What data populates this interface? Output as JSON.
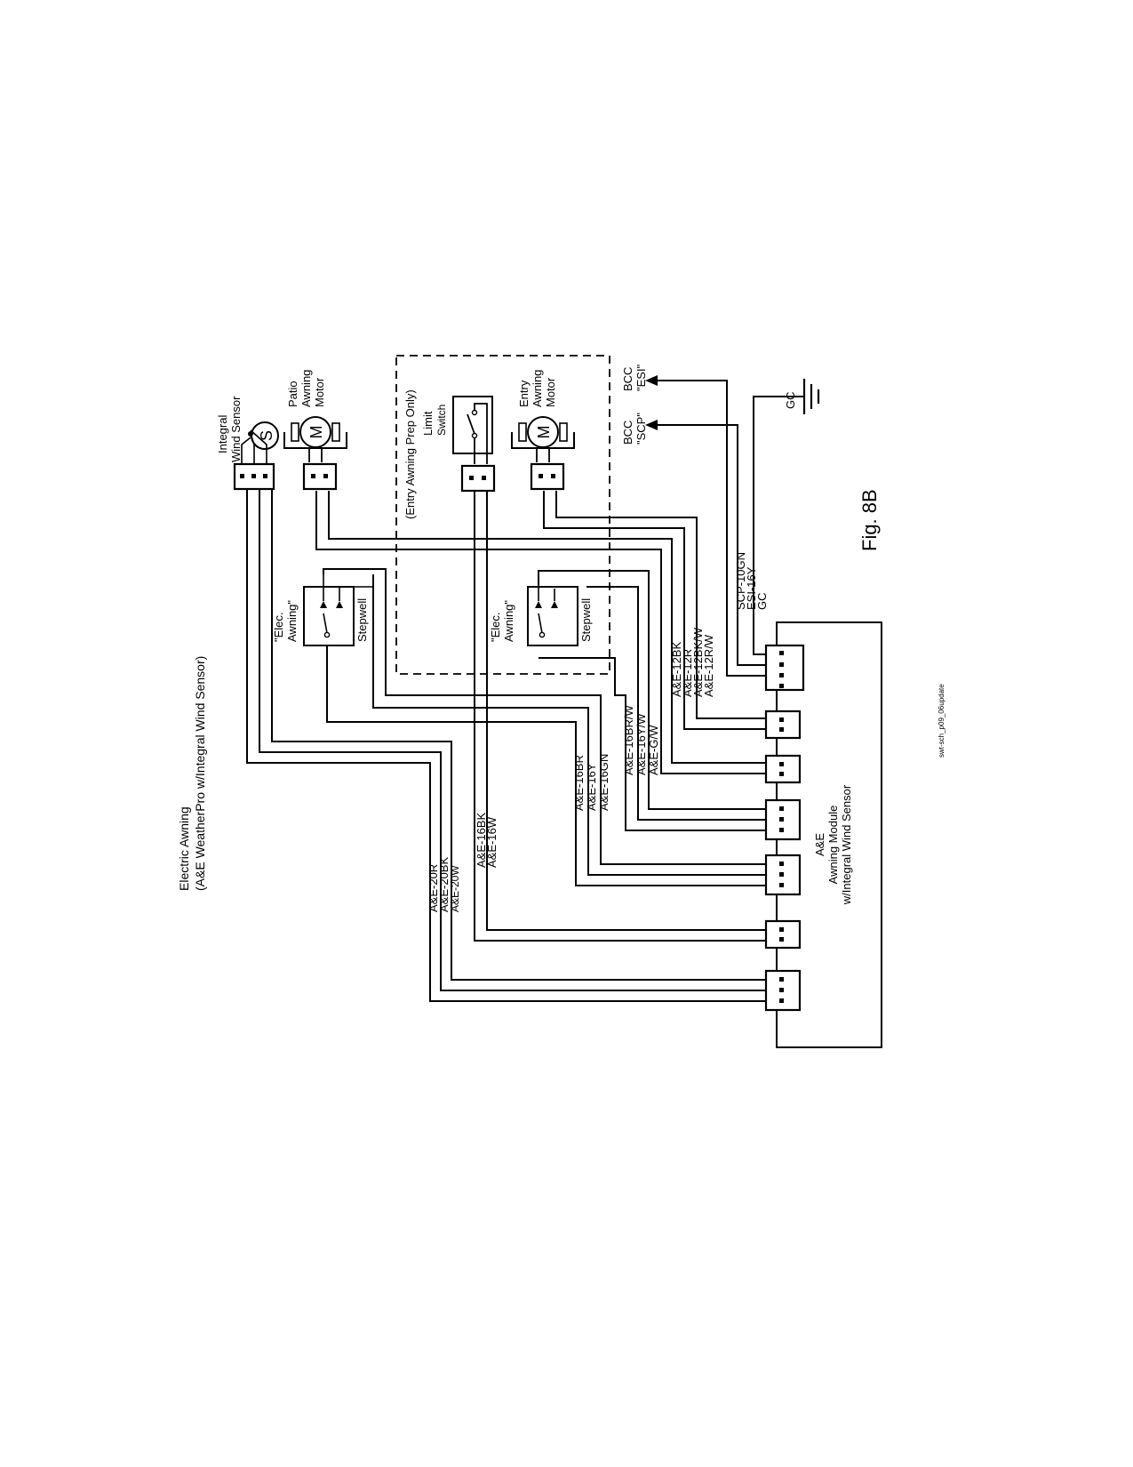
{
  "title": {
    "line1": "Electric Awning",
    "line2": "(A&E WeatherPro w/Integral Wind Sensor)"
  },
  "components": {
    "wind_sensor": {
      "label_line1": "Integral",
      "label_line2": "Wind Sensor",
      "symbol": "S"
    },
    "patio_motor": {
      "label_line1": "Patio",
      "label_line2": "Awning",
      "label_line3": "Motor",
      "symbol": "M"
    },
    "entry_motor": {
      "label_line1": "Entry",
      "label_line2": "Awning",
      "label_line3": "Motor",
      "symbol": "M"
    },
    "limit_switch": {
      "label_line1": "Limit",
      "label_line2": "Switch"
    },
    "entry_prep_note": "(Entry Awning Prep Only)",
    "switch_patio": {
      "label_line1": "\"Elec.",
      "label_line2": "Awning\"",
      "label_line3": "Stepwell"
    },
    "switch_entry": {
      "label_line1": "\"Elec.",
      "label_line2": "Awning\"",
      "label_line3": "Stepwell"
    },
    "bcc_scp": {
      "line1": "BCC",
      "line2": "\"SCP\""
    },
    "bcc_esi": {
      "line1": "BCC",
      "line2": "\"ESI\""
    },
    "ground": "GC",
    "module": {
      "line1": "A&E",
      "line2": "Awning Module",
      "line3": "w/Integral Wind Sensor"
    }
  },
  "wire_labels": {
    "group_sensor": [
      "A&E-20R",
      "A&E-20BK",
      "A&E-20W"
    ],
    "group_limit": [
      "A&E-16BK",
      "A&E-16W"
    ],
    "group_patio_switch": [
      "A&E-16BR",
      "A&E-16Y",
      "A&E-16GN"
    ],
    "group_entry_switch": [
      "A&E-16BR/W",
      "A&E-16Y/W",
      "A&E-G/W"
    ],
    "group_motors": [
      "A&E-12BK",
      "A&E-12R",
      "A&E-12BK/W",
      "A&E-12R/W"
    ],
    "group_power": [
      "SCP-10GN",
      "ESI-16Y",
      "GC"
    ]
  },
  "figure_label": "Fig. 8B",
  "footer_code": "swt-sch_p09_06update"
}
